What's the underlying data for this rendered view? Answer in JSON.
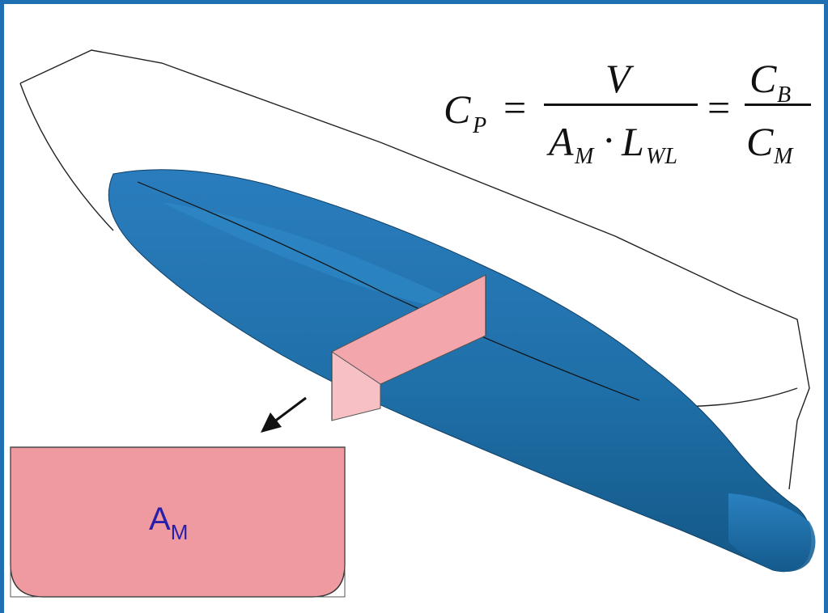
{
  "formula": {
    "lhs": "C",
    "lhs_sub": "P",
    "eq": "=",
    "frac1_num": "V",
    "frac1_den_a": "A",
    "frac1_den_a_sub": "M",
    "frac1_den_dot": "·",
    "frac1_den_l": "L",
    "frac1_den_l_sub": "WL",
    "frac2_num": "C",
    "frac2_num_sub": "B",
    "frac2_den": "C",
    "frac2_den_sub": "M"
  },
  "section": {
    "label": "A",
    "label_sub": "M"
  },
  "colors": {
    "frame_border": "#1f6fb3",
    "hull_fill": "#1f6fa8",
    "hull_dark": "#155a8c",
    "section_fill": "#ee9aa0",
    "label_color": "#2a1fa8",
    "outline": "#222222"
  },
  "icons": [
    "arrow-down-left-icon"
  ]
}
